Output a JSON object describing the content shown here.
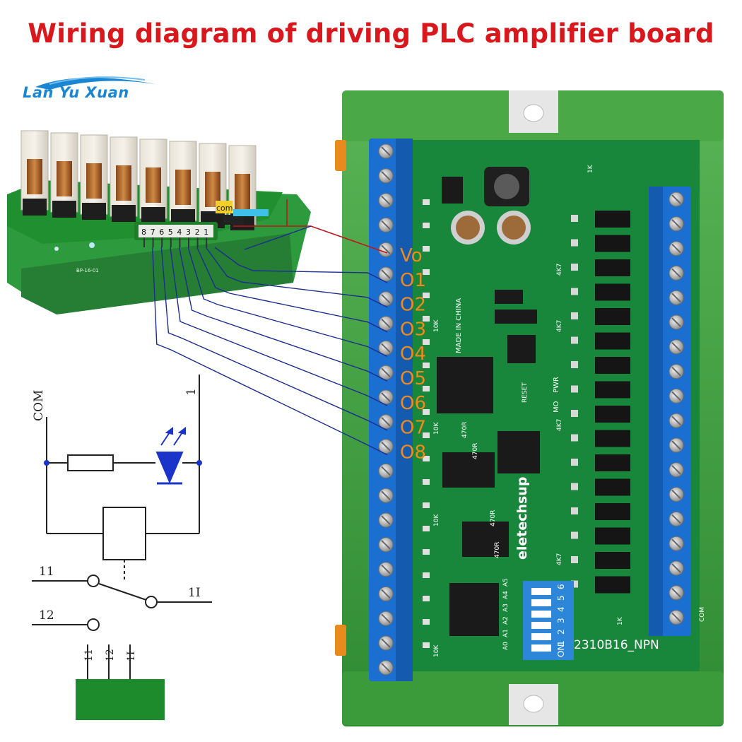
{
  "title": "Wiring diagram of driving PLC amplifier board",
  "logo": {
    "text": "Lan Yu Xuan",
    "brand_color": "#1a86d3"
  },
  "relay_board": {
    "terminal_labels": [
      "8",
      "7",
      "6",
      "5",
      "4",
      "3",
      "2",
      "1",
      "com"
    ],
    "silkscreen": "BP-16-01"
  },
  "output_labels": [
    "Vo",
    "O1",
    "O2",
    "O3",
    "O4",
    "O5",
    "O6",
    "O7",
    "O8"
  ],
  "plc_board": {
    "model": "2310B16_NPN",
    "brand": "eletechsup",
    "made_in": "MADE IN CHINA",
    "indicators": [
      "PWR",
      "MO",
      "RESET"
    ],
    "dip_labels": [
      "ON",
      "1",
      "2",
      "3",
      "4",
      "5",
      "6"
    ],
    "small_labels": [
      "10K",
      "10K",
      "10K",
      "10K",
      "470R",
      "470R",
      "470R",
      "470R",
      "4K7",
      "4K7",
      "4K7",
      "4K7",
      "1K",
      "1K",
      "A5",
      "A4",
      "A3",
      "A2",
      "A1",
      "A0",
      "COM"
    ]
  },
  "schematic": {
    "labels": [
      "COM",
      "1",
      "11",
      "1I",
      "12",
      "11",
      "12",
      "1I"
    ]
  },
  "colors": {
    "title": "#d9181e",
    "wire_outputs": "#1c2d8f",
    "wire_vo": "#c0151a",
    "output_labels": "#f08a1c",
    "pcb": "#18863b",
    "terminal_blue": "#1b6fd0",
    "enclosure": "#3c9e3a",
    "led_blue": "#1a33c8",
    "relay_body_green": "#1f8f2f"
  }
}
